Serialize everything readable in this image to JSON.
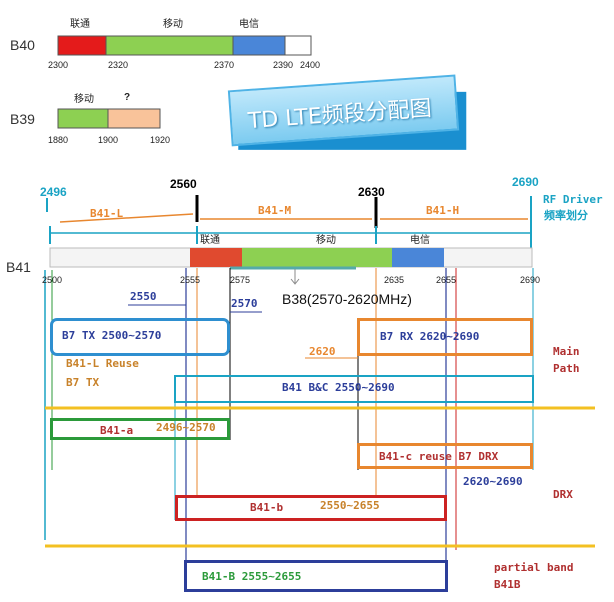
{
  "colors": {
    "red": "#e41b1b",
    "green": "#8dd052",
    "blue": "#4a86d8",
    "peach": "#f9c39a",
    "orange": "#e8872f",
    "teal": "#1aa3c4",
    "navy": "#2c3e9a",
    "crimson": "#cc2222",
    "gold": "#f3c022",
    "darkred": "#b03030",
    "olive": "#c8822a",
    "darkgreen": "#2b9a3a"
  },
  "b40": {
    "label": "B40",
    "segments": [
      "联通",
      "移动",
      "电信"
    ],
    "ticks": [
      "2300",
      "2320",
      "2370",
      "2390",
      "2400"
    ]
  },
  "b39": {
    "label": "B39",
    "segments": [
      "移动",
      "?"
    ],
    "ticks": [
      "1880",
      "1900",
      "1920"
    ]
  },
  "banner": {
    "text": "TD  LTE频段分配图"
  },
  "b41": {
    "label": "B41",
    "segments": [
      "联通",
      "移动",
      "电信"
    ],
    "ticks": [
      "2500",
      "2555",
      "2575",
      "2635",
      "2655",
      "2690"
    ],
    "markers": [
      "2496",
      "2560",
      "2630",
      "2690"
    ],
    "ranges": [
      "B41-L",
      "B41-M",
      "B41-H"
    ],
    "b38": "B38(2570-2620MHz)"
  },
  "rf_driver": {
    "line1": "RF Driver",
    "line2": "频率划分"
  },
  "labels": {
    "v2550": "2550",
    "v2570": "2570",
    "v2620": "2620",
    "b41l_reuse_1": "B41-L Reuse",
    "b41l_reuse_2": "B7 TX",
    "main_path_1": "Main",
    "main_path_2": "Path",
    "drx": "DRX",
    "drx_range": "2620~2690",
    "partial_1": "partial band",
    "partial_2": "B41B"
  },
  "boxes": {
    "b7tx": "B7 TX  2500~2570",
    "b7rx": "B7 RX  2620~2690",
    "b41bc": "B41 B&C    2550~2690",
    "b41a_name": "B41-a",
    "b41a_range": "2496~2570",
    "b41c": "B41-c reuse B7 DRX",
    "b41b_name": "B41-b",
    "b41b_range": "2550~2655",
    "b41B": "B41-B  2555~2655"
  }
}
